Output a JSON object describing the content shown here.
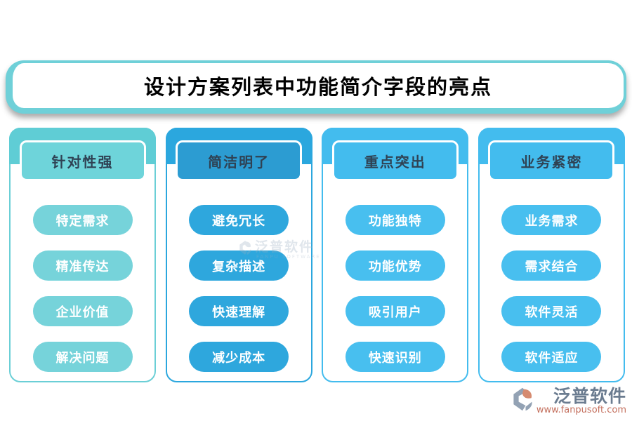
{
  "title": "设计方案列表中功能简介字段的亮点",
  "theme": {
    "accent": "#6FD0D8",
    "header_text": "#2F4254",
    "brand": "#6B7C90",
    "url": "#C4705E",
    "watermark": "#9AAFC2"
  },
  "columns": [
    {
      "header": "针对性强",
      "items": [
        "特定需求",
        "精准传达",
        "企业价值",
        "解决问题"
      ],
      "colors": {
        "band": "#5FCDD5",
        "header": "#6ED4DA",
        "pill": "#76D3DA",
        "border": "#6BCFD6"
      }
    },
    {
      "header": "简洁明了",
      "items": [
        "避免冗长",
        "复杂描述",
        "快速理解",
        "减少成本"
      ],
      "colors": {
        "band": "#2BA7DE",
        "header": "#2C9CD2",
        "pill": "#2EA7DD",
        "border": "#2BA7DE"
      }
    },
    {
      "header": "重点突出",
      "items": [
        "功能独特",
        "功能优势",
        "吸引用户",
        "快速识别"
      ],
      "colors": {
        "band": "#43BCEE",
        "header": "#43BCEE",
        "pill": "#48BFEF",
        "border": "#43BCEE"
      }
    },
    {
      "header": "业务紧密",
      "items": [
        "业务需求",
        "需求结合",
        "软件灵活",
        "软件适应"
      ],
      "colors": {
        "band": "#43BCEE",
        "header": "#43BCEE",
        "pill": "#48BFEF",
        "border": "#43BCEE"
      }
    }
  ],
  "watermark": {
    "text": "泛普软件",
    "subtext": "FANPU SOFTWARE"
  },
  "footer": {
    "brand": "泛普软件",
    "url": "www.fanpusoft.com"
  }
}
